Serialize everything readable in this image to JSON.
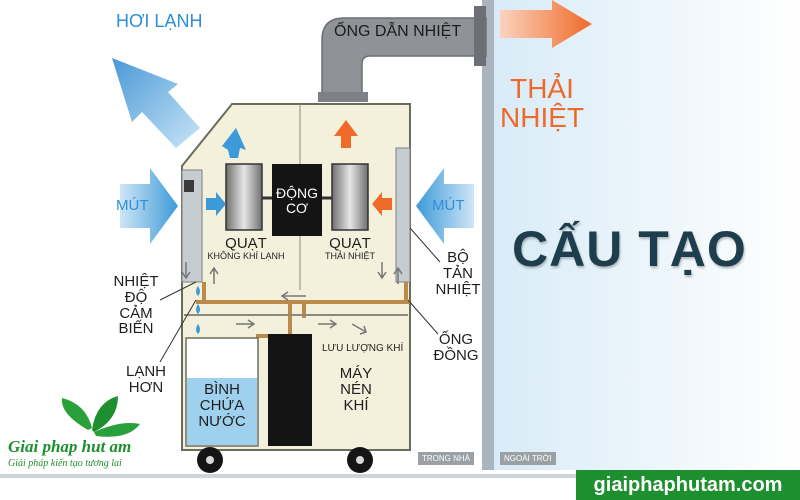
{
  "labels": {
    "cold_air": "HƠI LẠNH",
    "heat_pipe": "ỐNG DẪN NHIỆT",
    "heat_out_1": "THẢI",
    "heat_out_2": "NHIỆT",
    "foam_left": "MÚT",
    "foam_right": "MÚT",
    "motor_1": "ĐỘNG",
    "motor_2": "CƠ",
    "fan_cold_1": "QUẠT",
    "fan_cold_2": "KHÔNG KHÍ LẠNH",
    "fan_heat_1": "QUẠT",
    "fan_heat_2": "THẢI NHIỆT",
    "sensor_1": "NHIỆT",
    "sensor_2": "ĐỘ",
    "sensor_3": "CẢM",
    "sensor_4": "BIẾN",
    "radiator_1": "BỘ",
    "radiator_2": "TẢN",
    "radiator_3": "NHIỆT",
    "copper_1": "ỐNG",
    "copper_2": "ĐỒNG",
    "colder_1": "LẠNH",
    "colder_2": "HƠN",
    "flow": "LƯU LƯỢNG KHÍ",
    "tank_1": "BÌNH",
    "tank_2": "CHỨA",
    "tank_3": "NƯỚC",
    "compressor_1": "MÁY",
    "compressor_2": "NÉN",
    "compressor_3": "KHÍ",
    "indoor": "TRONG NHÀ",
    "outdoor": "NGOÀI TRỜI"
  },
  "title": "CẤU TẠO",
  "brand": {
    "name": "Giai phap hut am",
    "slogan": "Giải pháp kiến tạo tương lai",
    "website": "giaiphaphutam.com"
  },
  "colors": {
    "cold": "#3d9ad9",
    "hot": "#f06a2a",
    "unit": "#f3f1dc",
    "wall": "#a9b4bf",
    "copper": "#b98a4a",
    "brand": "#1e8f2e",
    "title": "#1e3d4d"
  },
  "icons": [
    "leaf-logo-icon",
    "water-drop-icon",
    "wheel-icon"
  ]
}
